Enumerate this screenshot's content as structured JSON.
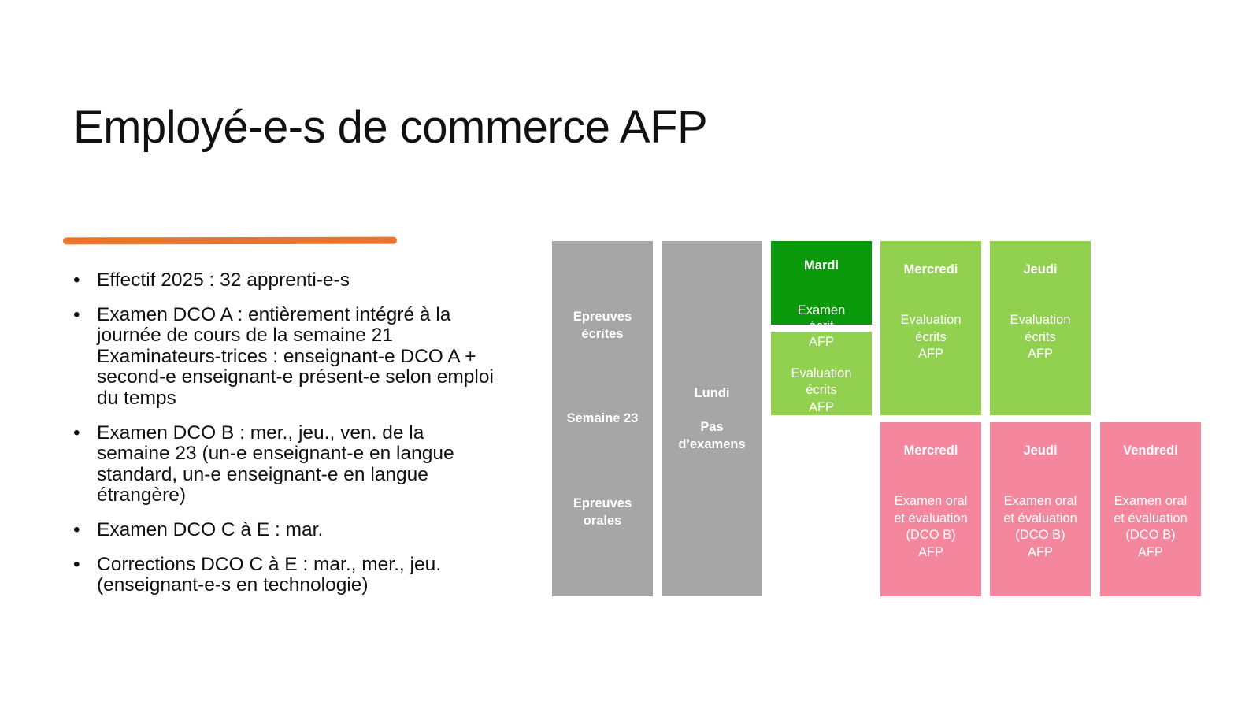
{
  "title": "Employé-e-s de commerce AFP",
  "bullets": [
    "Effectif 2025 : 32 apprenti-e-s",
    "Examen DCO A : entièrement intégré à la\njournée de cours de la semaine 21\nExaminateurs-trices : enseignant-e DCO A +\nsecond-e enseignant-e présent-e selon emploi\ndu temps",
    "Examen DCO B : mer., jeu., ven. de la\nsemaine 23 (un-e enseignant-e en langue\nstandard, un-e enseignant-e en langue\nétrangère)",
    "Examen DCO C à E : mar.",
    "Corrections DCO C à E : mar., mer., jeu.\n(enseignant-e-s en technologie)"
  ],
  "schedule": {
    "week_col": {
      "written": "Epreuves\nécrites",
      "week": "Semaine 23",
      "oral": "Epreuves\norales"
    },
    "monday": {
      "day": "Lundi",
      "note": "Pas\nd’examens"
    },
    "tuesday_exam": {
      "day": "Mardi",
      "text": "Examen\nécrit\nAFP"
    },
    "tuesday_eval": {
      "text": "Evaluation\nécrits\nAFP"
    },
    "wednesday_eval": {
      "day": "Mercredi",
      "text": "Evaluation\nécrits\nAFP"
    },
    "thursday_eval": {
      "day": "Jeudi",
      "text": "Evaluation\nécrits\nAFP"
    },
    "wednesday_oral": {
      "day": "Mercredi",
      "text": "Examen oral\net évaluation\n(DCO B)\nAFP"
    },
    "thursday_oral": {
      "day": "Jeudi",
      "text": "Examen oral\net évaluation\n(DCO B)\nAFP"
    },
    "friday_oral": {
      "day": "Vendredi",
      "text": "Examen oral\net évaluation\n(DCO B)\nAFP"
    }
  },
  "colors": {
    "accent": "#e8742f",
    "gray": "#a6a6a6",
    "dark_green": "#0a990a",
    "light_green": "#92d050",
    "pink": "#f4879d"
  }
}
